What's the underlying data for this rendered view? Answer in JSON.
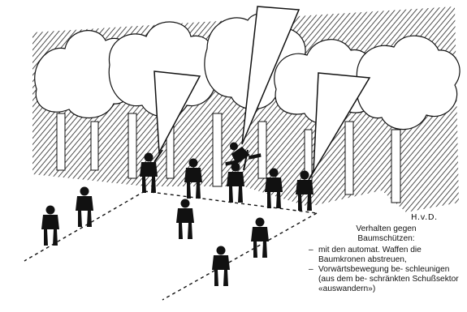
{
  "signature": "H.v.D.",
  "caption": {
    "title_line1": "Verhalten gegen",
    "title_line2": "Baumschützen:",
    "items": [
      "mit den automat. Waffen die Baumkronen abstreuen,",
      "Vorwärtsbewegung be- schleunigen (aus dem be- schränkten Schußsektor «auswandern»)"
    ]
  },
  "colors": {
    "ink": "#111111",
    "paper": "#ffffff"
  },
  "icons": [
    "soldier-figure",
    "tree-crown",
    "fire-sector-cone"
  ]
}
